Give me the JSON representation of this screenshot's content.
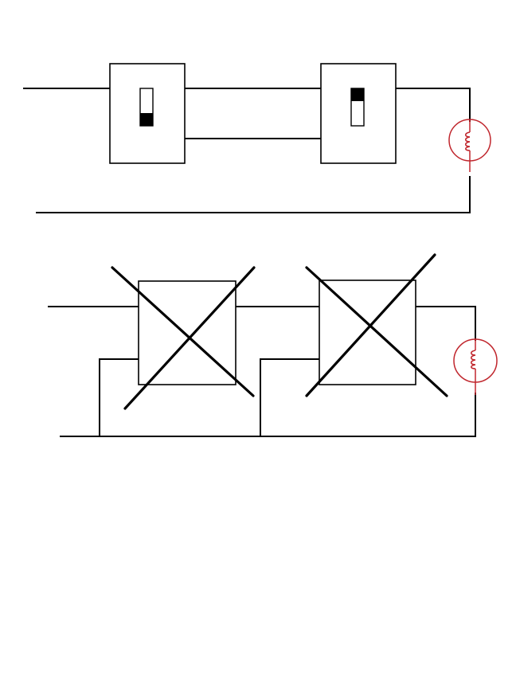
{
  "diagram": {
    "panels": [
      {
        "status": "correct",
        "switches": [
          {
            "toggle_position": "down"
          },
          {
            "toggle_position": "up"
          }
        ],
        "lamp": {
          "icon": "lamp-icon"
        }
      },
      {
        "status": "incorrect",
        "switches": [
          {
            "marked": "crossed-out"
          },
          {
            "marked": "crossed-out"
          }
        ],
        "lamp": {
          "icon": "lamp-icon"
        }
      }
    ],
    "colors": {
      "wire": "#000000",
      "lamp": "#c0262d"
    }
  }
}
